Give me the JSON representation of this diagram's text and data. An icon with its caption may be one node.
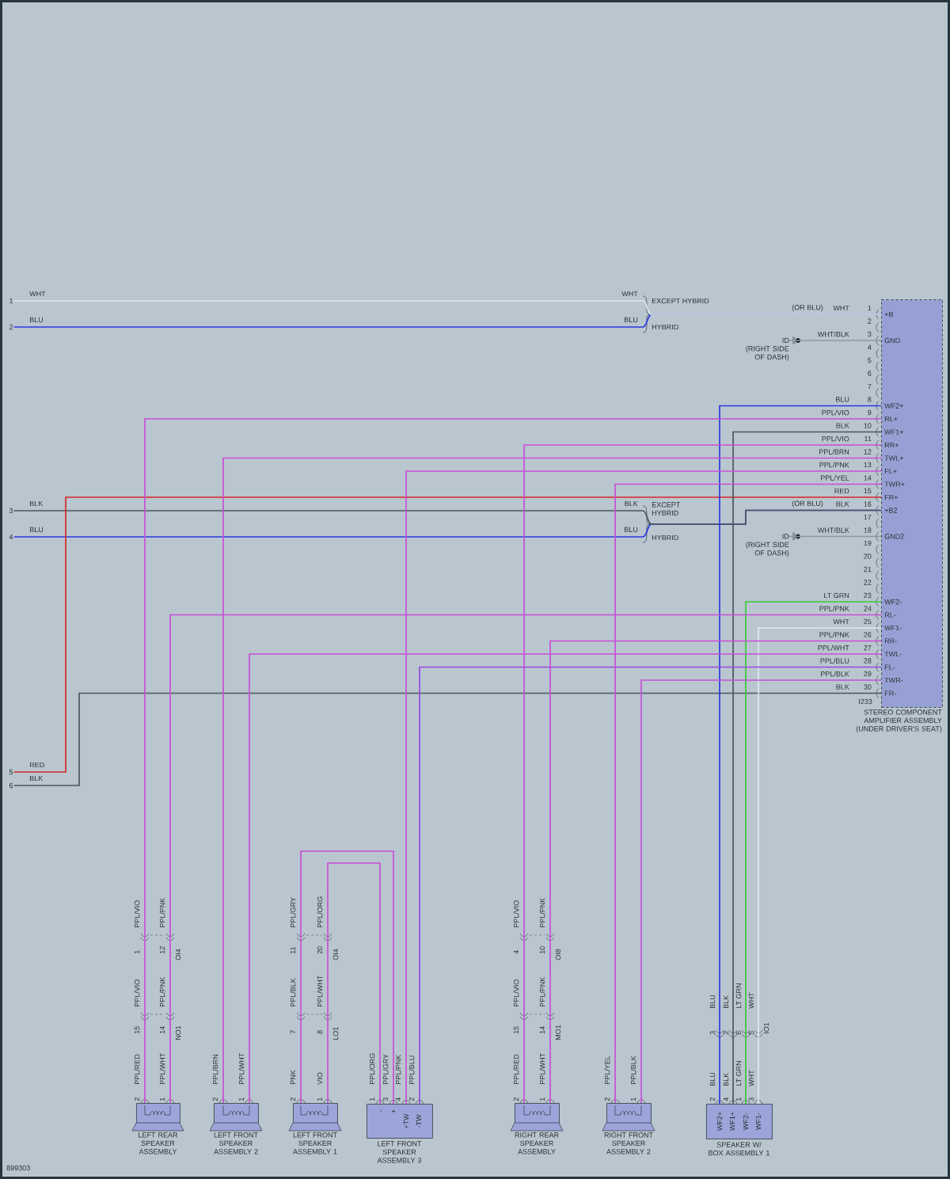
{
  "diagram": {
    "nodes": [
      {
        "text": [
          "+B",
          "GND",
          "WF2+",
          "RL+",
          "WF1+",
          "RR+",
          "TWL+",
          "FL+",
          "TWR+",
          "FR+",
          "+B2",
          "GND2",
          "WF2-",
          "RL-",
          "WF1-",
          "RR-",
          "TWL-",
          "FL-",
          "TWR-",
          "FR-",
          "I233",
          "STEREO COMPONENT AMPLIFIER ASSEMBLY (UNDER DRIVER'S SEAT)"
        ]
      },
      {
        "text": [
          "1"
        ]
      },
      {
        "text": [
          "2"
        ]
      },
      {
        "text": [
          "3"
        ]
      },
      {
        "text": [
          "4"
        ]
      },
      {
        "text": [
          "5"
        ]
      },
      {
        "text": [
          "6"
        ]
      },
      {
        "text": [
          "ID",
          "(RIGHT SIDE OF DASH)"
        ]
      },
      {
        "text": [
          "ID",
          "(RIGHT SIDE OF DASH)"
        ]
      },
      {
        "text": [
          "LEFT REAR SPEAKER ASSEMBLY"
        ]
      },
      {
        "text": [
          "LEFT FRONT SPEAKER ASSEMBLY 2"
        ]
      },
      {
        "text": [
          "LEFT FRONT SPEAKER ASSEMBLY 1"
        ]
      },
      {
        "text": [
          "-",
          "+",
          "+TW",
          "-TW",
          "LEFT FRONT SPEAKER ASSEMBLY 3"
        ]
      },
      {
        "text": [
          "RIGHT REAR SPEAKER ASSEMBLY"
        ]
      },
      {
        "text": [
          "RIGHT FRONT SPEAKER ASSEMBLY 2"
        ]
      },
      {
        "text": [
          "WF2+",
          "WF1+",
          "WF2-",
          "WF1-",
          "SPEAKER W/ BOX ASSEMBLY 1"
        ]
      }
    ],
    "edges": [
      {
        "from": 2,
        "to": 0,
        "arrow": "none",
        "color": "#2a3adf"
      },
      {
        "from": 1,
        "to": 0,
        "arrow": "none",
        "color": "#e4e8eb"
      },
      {
        "from": 4,
        "to": 0,
        "arrow": "none",
        "color": "#2a3adf"
      },
      {
        "from": 3,
        "to": 0,
        "arrow": "none",
        "color": "#4c565b"
      },
      {
        "from": 5,
        "to": 0,
        "arrow": "none",
        "color": "#d42a2a"
      },
      {
        "from": 6,
        "to": 0,
        "arrow": "none",
        "color": "#4c565b"
      },
      {
        "from": 7,
        "to": 0,
        "arrow": "none",
        "color": "#8e989d"
      },
      {
        "from": 8,
        "to": 0,
        "arrow": "none",
        "color": "#8e989d"
      },
      {
        "from": 0,
        "to": 15,
        "arrow": "none",
        "color": "#2a3adf"
      },
      {
        "from": 0,
        "to": 15,
        "arrow": "none",
        "color": "#4c565b"
      },
      {
        "from": 0,
        "to": 15,
        "arrow": "none",
        "color": "#3cc63c"
      },
      {
        "from": 0,
        "to": 15,
        "arrow": "none",
        "color": "#e4e8eb"
      },
      {
        "from": 0,
        "to": 9,
        "arrow": "none"
      },
      {
        "from": 0,
        "to": 9,
        "arrow": "none"
      },
      {
        "from": 0,
        "to": 10,
        "arrow": "none"
      },
      {
        "from": 0,
        "to": 10,
        "arrow": "none"
      },
      {
        "from": 0,
        "to": 12,
        "arrow": "none"
      },
      {
        "from": 0,
        "to": 12,
        "arrow": "none",
        "color": "#9a48e0"
      },
      {
        "from": 12,
        "to": 11,
        "arrow": "none"
      },
      {
        "from": 12,
        "to": 11,
        "arrow": "none"
      },
      {
        "from": 0,
        "to": 13,
        "arrow": "none"
      },
      {
        "from": 0,
        "to": 13,
        "arrow": "none"
      },
      {
        "from": 0,
        "to": 14,
        "arrow": "none"
      },
      {
        "from": 0,
        "to": 14,
        "arrow": "none"
      }
    ],
    "labels": [
      "WHT",
      "WHT",
      "EXCEPT HYBRID",
      "BLU",
      "BLU",
      "HYBRID",
      "(OR BLU)",
      "WHT",
      "1",
      "2",
      "WHT/BLK",
      "3",
      "4",
      "5",
      "6",
      "7",
      "BLU",
      "8",
      "PPL/VIO",
      "9",
      "BLK",
      "10",
      "PPL/VIO",
      "11",
      "PPL/BRN",
      "12",
      "PPL/PNK",
      "13",
      "PPL/YEL",
      "14",
      "RED",
      "15",
      "(OR BLU)",
      "BLK",
      "16",
      "17",
      "WHT/BLK",
      "18",
      "19",
      "20",
      "21",
      "22",
      "LT GRN",
      "23",
      "PPL/PNK",
      "24",
      "WHT",
      "25",
      "PPL/PNK",
      "26",
      "PPL/WHT",
      "27",
      "PPL/BLU",
      "28",
      "PPL/BLK",
      "29",
      "BLK",
      "30",
      "BLK",
      "BLK",
      "EXCEPT HYBRID",
      "BLU",
      "BLU",
      "HYBRID",
      "RED",
      "BLK",
      "PPL/VIO",
      "PPL/PNK",
      "1",
      "12",
      "OI4",
      "PPL/VIO",
      "PPL/PNK",
      "15",
      "14",
      "NO1",
      "PPL/RED",
      "PPL/WHT",
      "2",
      "1",
      "PPL/BRN",
      "PPL/WHT",
      "2",
      "1",
      "PPL/GRY",
      "PPL/ORG",
      "11",
      "20",
      "OI4",
      "PPL/BLK",
      "PPL/WHT",
      "7",
      "8",
      "LO1",
      "PNK",
      "VIO",
      "2",
      "1",
      "PPL/ORG",
      "PPL/GRY",
      "PPL/PNK",
      "PPL/BLU",
      "1",
      "3",
      "4",
      "2",
      "PPL/VIO",
      "PPL/PNK",
      "4",
      "10",
      "OI8",
      "PPL/VIO",
      "PPL/PNK",
      "15",
      "14",
      "MO1",
      "PPL/RED",
      "PPL/WHT",
      "2",
      "1",
      "PPL/YEL",
      "PPL/BLK",
      "2",
      "1",
      "BLU",
      "BLK",
      "LT GRN",
      "WHT",
      "3",
      "2",
      "6",
      "5",
      "IO1",
      "BLU",
      "BLK",
      "LT GRN",
      "WHT",
      "2",
      "4",
      "1",
      "3",
      "899303"
    ]
  }
}
